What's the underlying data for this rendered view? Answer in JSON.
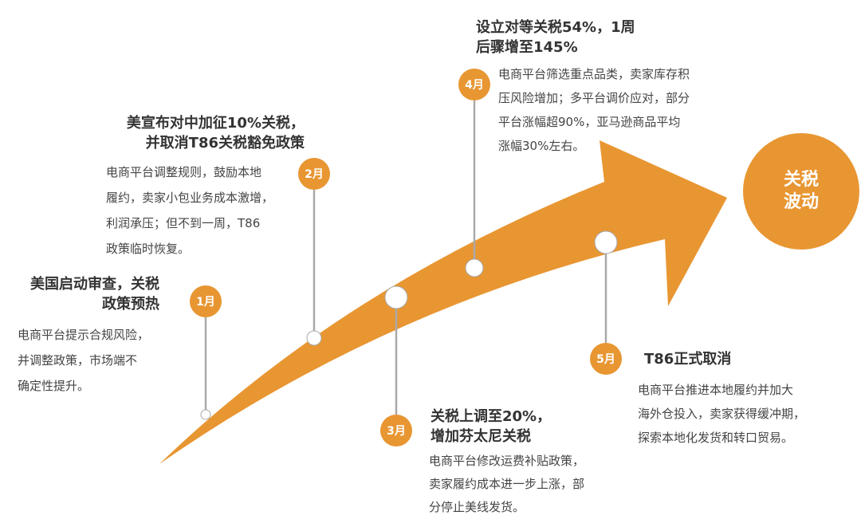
{
  "colors": {
    "accent": "#e89632",
    "connector": "#a9a9a9",
    "text": "#333333"
  },
  "center": {
    "line1": "关税",
    "line2": "波动"
  },
  "events": [
    {
      "month": "1月",
      "title": [
        "美国启动审查，关税",
        "政策预热"
      ],
      "body": [
        "电商平台提示合规风险，",
        "并调整政策，市场端不",
        "确定性提升。"
      ]
    },
    {
      "month": "2月",
      "title": [
        "美宣布对中加征10%关税，",
        "并取消T86关税豁免政策"
      ],
      "body": [
        "电商平台调整规则，鼓励本地",
        "履约，卖家小包业务成本激增，",
        "利润承压；但不到一周，T86",
        "政策临时恢复。"
      ]
    },
    {
      "month": "3月",
      "title": [
        "关税上调至20%，",
        "增加芬太尼关税"
      ],
      "body": [
        "电商平台修改运费补贴政策，",
        "卖家履约成本进一步上涨，部",
        "分停止美线发货。"
      ]
    },
    {
      "month": "4月",
      "title": [
        "设立对等关税54%，1周",
        "后骤增至145%"
      ],
      "body": [
        "电商平台筛选重点品类，卖家库存积",
        "压风险增加；多平台调价应对，部分",
        "平台涨幅超90%，亚马逊商品平均",
        "涨幅30%左右。"
      ]
    },
    {
      "month": "5月",
      "title": [
        "T86正式取消"
      ],
      "body": [
        "电商平台推进本地履约并加大",
        "海外仓投入，卖家获得缓冲期，",
        "探索本地化发货和转口贸易。"
      ]
    }
  ]
}
